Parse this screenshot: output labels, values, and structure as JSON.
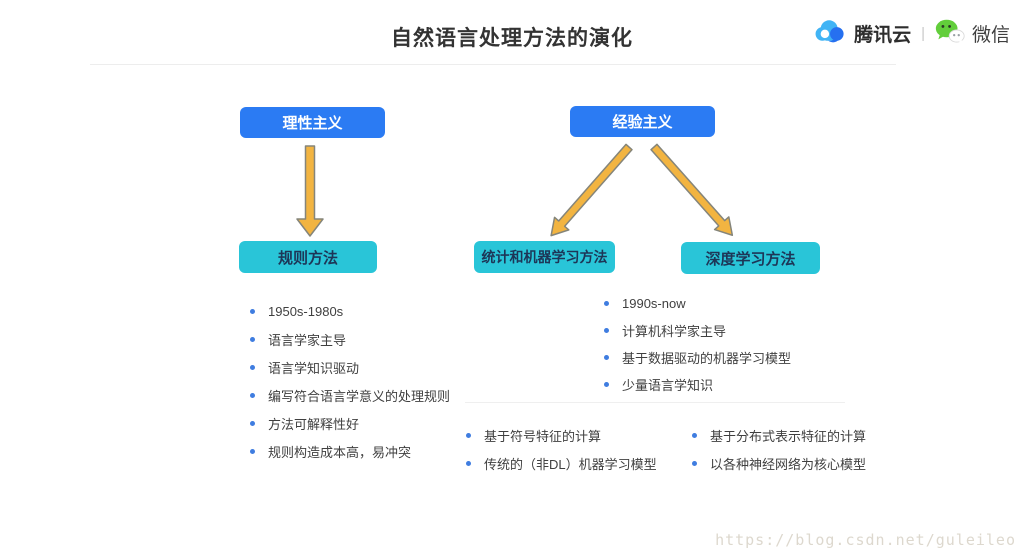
{
  "page": {
    "title": "自然语言处理方法的演化",
    "watermark": "https://blog.csdn.net/guleileo"
  },
  "header": {
    "brand_left": "腾讯云",
    "separator": "|",
    "brand_right": "微信",
    "icons": [
      "tencent-cloud-icon",
      "wechat-icon"
    ]
  },
  "diagram": {
    "top_nodes": {
      "rational": {
        "label": "理性主义"
      },
      "empirical": {
        "label": "经验主义"
      }
    },
    "method_nodes": {
      "rule": {
        "label": "规则方法"
      },
      "statistical": {
        "label": "统计和机器学习方法"
      },
      "deep": {
        "label": "深度学习方法"
      }
    },
    "lists": {
      "rule": {
        "items": [
          "1950s-1980s",
          "语言学家主导",
          "语言学知识驱动",
          "编写符合语言学意义的处理规则",
          "方法可解释性好",
          "规则构造成本高，易冲突"
        ]
      },
      "empirical_shared": {
        "items": [
          "1990s-now",
          "计算机科学家主导",
          "基于数据驱动的机器学习模型",
          "少量语言学知识"
        ]
      },
      "statistical": {
        "items": [
          "基于符号特征的计算",
          "传统的（非DL）机器学习模型"
        ]
      },
      "deep": {
        "items": [
          "基于分布式表示特征的计算",
          "以各种神经网络为核心模型"
        ]
      }
    },
    "colors": {
      "top_node_blue": "#2b7bf3",
      "method_node_teal": "#29c5d8",
      "arrow_fill": "#f2b441",
      "arrow_stroke": "#85857a",
      "bullet_blue": "#3f7de0",
      "title_text": "#333333",
      "wechat_green": "#62ce3b",
      "cloud_light_blue": "#41b4f5",
      "cloud_dark_blue": "#2670f0"
    }
  }
}
